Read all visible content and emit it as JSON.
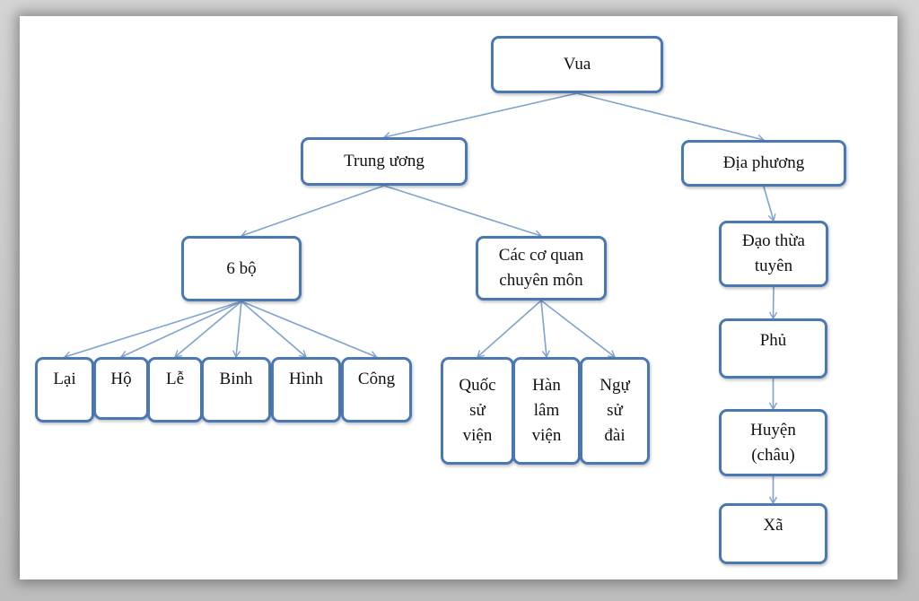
{
  "colors": {
    "node_border": "#4a78b4",
    "connector": "#7fa2cf"
  },
  "nodes": {
    "vua": "Vua",
    "trung_uong": "Trung ương",
    "dia_phuong": "Địa phương",
    "sau_bo": "6 bộ",
    "co_quan": "Các cơ quan\nchuyên môn",
    "lai": "Lại",
    "ho": "Hộ",
    "le": "Lễ",
    "binh": "Binh",
    "hinh": "Hình",
    "cong": "Công",
    "quoc_su_vien": "Quốc\nsử\nviện",
    "han_lam_vien": "Hàn\nlâm\nviện",
    "ngu_su_dai": "Ngự\nsử\nđài",
    "dao_thua_tuyen": "Đạo thừa\ntuyên",
    "phu": "Phủ",
    "huyen": "Huyện\n(châu)",
    "xa": "Xã"
  },
  "edges": [
    [
      "vua",
      "trung_uong"
    ],
    [
      "vua",
      "dia_phuong"
    ],
    [
      "trung_uong",
      "sau_bo"
    ],
    [
      "trung_uong",
      "co_quan"
    ],
    [
      "sau_bo",
      "lai"
    ],
    [
      "sau_bo",
      "ho"
    ],
    [
      "sau_bo",
      "le"
    ],
    [
      "sau_bo",
      "binh"
    ],
    [
      "sau_bo",
      "hinh"
    ],
    [
      "sau_bo",
      "cong"
    ],
    [
      "co_quan",
      "quoc_su_vien"
    ],
    [
      "co_quan",
      "han_lam_vien"
    ],
    [
      "co_quan",
      "ngu_su_dai"
    ],
    [
      "dia_phuong",
      "dao_thua_tuyen"
    ],
    [
      "dao_thua_tuyen",
      "phu"
    ],
    [
      "phu",
      "huyen"
    ],
    [
      "huyen",
      "xa"
    ]
  ]
}
